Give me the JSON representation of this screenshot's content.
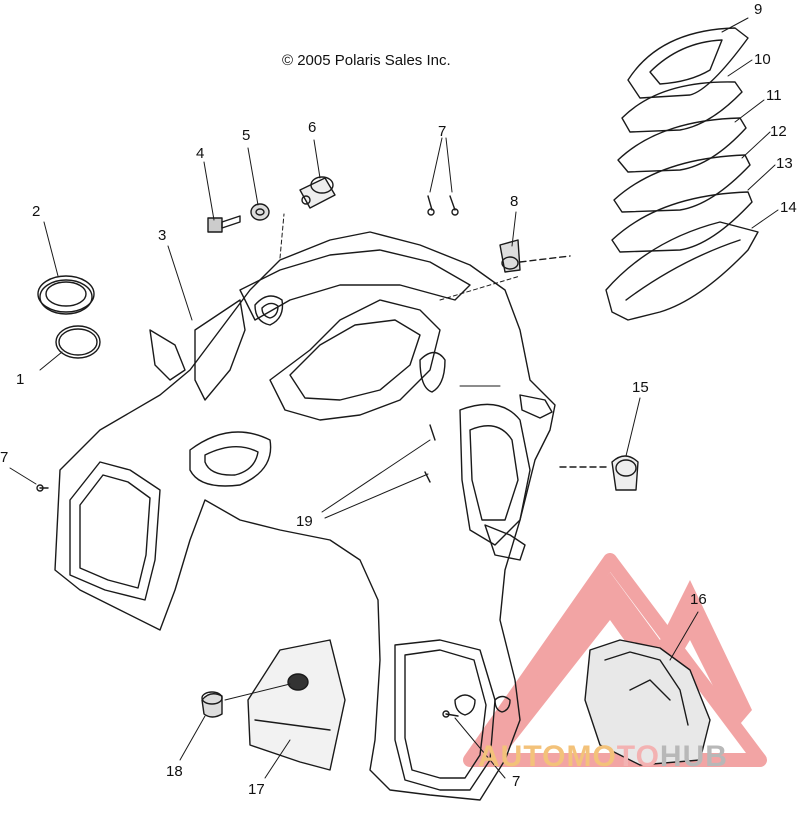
{
  "copyright": "© 2005 Polaris Sales Inc.",
  "callouts": [
    {
      "id": "c1",
      "label": "1"
    },
    {
      "id": "c2",
      "label": "2"
    },
    {
      "id": "c3",
      "label": "3"
    },
    {
      "id": "c4",
      "label": "4"
    },
    {
      "id": "c5",
      "label": "5"
    },
    {
      "id": "c6",
      "label": "6"
    },
    {
      "id": "c7a",
      "label": "7"
    },
    {
      "id": "c7b",
      "label": "7"
    },
    {
      "id": "c7c",
      "label": "7"
    },
    {
      "id": "c8",
      "label": "8"
    },
    {
      "id": "c9",
      "label": "9"
    },
    {
      "id": "c10",
      "label": "10"
    },
    {
      "id": "c11",
      "label": "11"
    },
    {
      "id": "c12",
      "label": "12"
    },
    {
      "id": "c13",
      "label": "13"
    },
    {
      "id": "c14",
      "label": "14"
    },
    {
      "id": "c15",
      "label": "15"
    },
    {
      "id": "c16",
      "label": "16"
    },
    {
      "id": "c17",
      "label": "17"
    },
    {
      "id": "c18",
      "label": "18"
    },
    {
      "id": "c19",
      "label": "19"
    }
  ],
  "watermark": {
    "part1": "AUTOMO",
    "part2": "TO",
    "part3": "HUB",
    "colors": {
      "red": "#e85a5a",
      "orange": "#f3c27a",
      "grey": "#b8b8b8"
    }
  }
}
